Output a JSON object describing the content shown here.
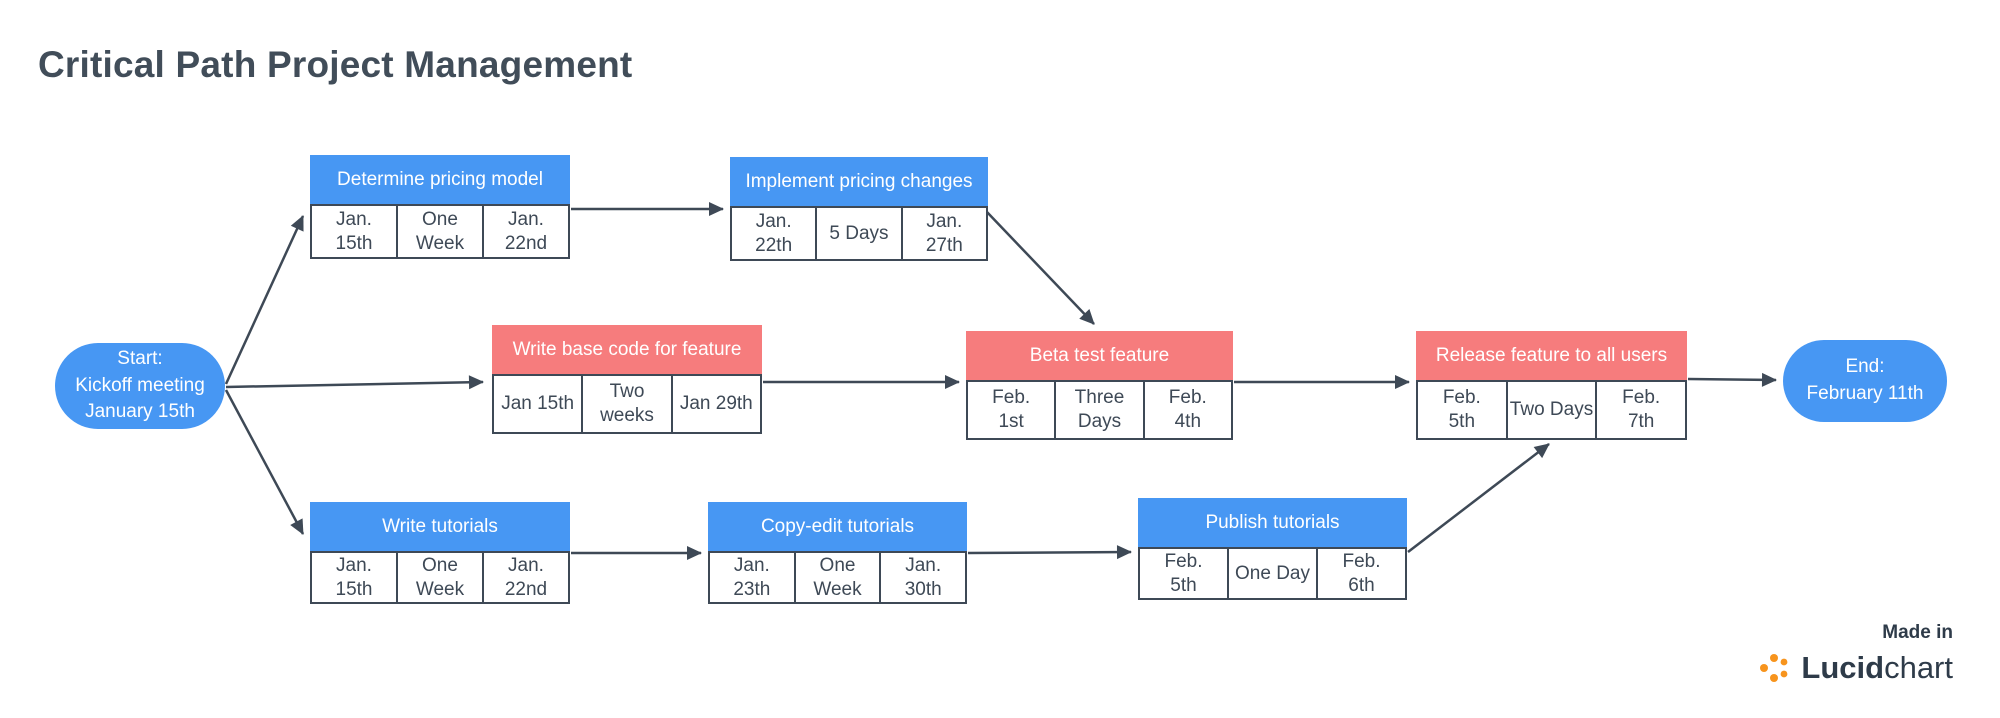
{
  "title": "Critical Path Project Management",
  "colors": {
    "node_blue": "#4797f3",
    "node_red": "#f67c7d",
    "outline": "#3e4956",
    "arrow": "#3e4956",
    "text_dark": "#3e4956",
    "title": "#414d59",
    "brand_orange": "#f7941d"
  },
  "start_node": {
    "label": "Start:\nKickoff meeting\nJanuary 15th"
  },
  "end_node": {
    "label": "End:\nFebruary 11th"
  },
  "tasks": [
    {
      "name": "Determine pricing model",
      "color": "blue",
      "cells": [
        "Jan.\n15th",
        "One\nWeek",
        "Jan.\n22nd"
      ]
    },
    {
      "name": "Implement pricing changes",
      "color": "blue",
      "cells": [
        "Jan.\n22th",
        "5 Days",
        "Jan.\n27th"
      ]
    },
    {
      "name": "Write base code for feature",
      "color": "red",
      "cells": [
        "Jan 15th",
        "Two\nweeks",
        "Jan 29th"
      ]
    },
    {
      "name": "Beta test feature",
      "color": "red",
      "cells": [
        "Feb.\n1st",
        "Three\nDays",
        "Feb.\n4th"
      ]
    },
    {
      "name": "Release feature to all users",
      "color": "red",
      "cells": [
        "Feb.\n5th",
        "Two Days",
        "Feb.\n7th"
      ]
    },
    {
      "name": "Write tutorials",
      "color": "blue",
      "cells": [
        "Jan.\n15th",
        "One\nWeek",
        "Jan.\n22nd"
      ]
    },
    {
      "name": "Copy-edit tutorials",
      "color": "blue",
      "cells": [
        "Jan.\n23th",
        "One\nWeek",
        "Jan.\n30th"
      ]
    },
    {
      "name": "Publish tutorials",
      "color": "blue",
      "cells": [
        "Feb.\n5th",
        "One Day",
        "Feb.\n6th"
      ]
    }
  ],
  "footer": {
    "made_in": "Made in",
    "brand_bold": "Lucid",
    "brand_light": "chart"
  }
}
